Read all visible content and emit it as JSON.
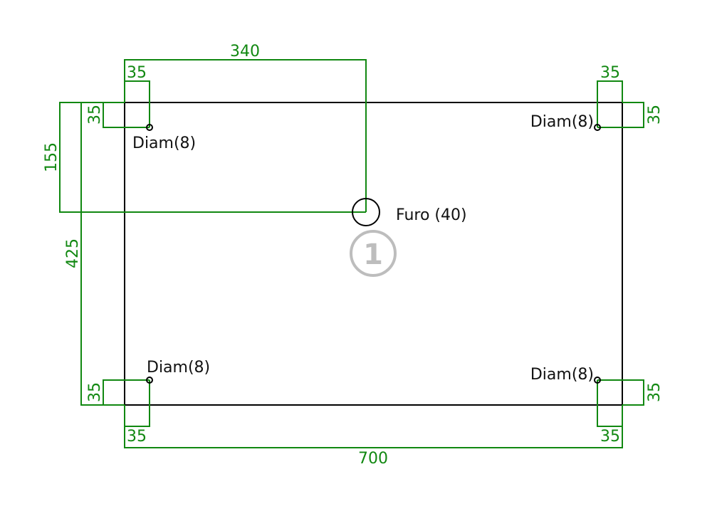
{
  "colors": {
    "dimension": "#118811",
    "outline": "#000000",
    "badge": "#bdbdbd"
  },
  "plate": {
    "width_mm": 700,
    "height_mm": 425
  },
  "dimensions": {
    "width": "700",
    "height": "425",
    "center_x": "340",
    "center_y": "155",
    "top_left_x": "35",
    "top_left_y": "35",
    "top_right_x": "35",
    "top_right_y": "35",
    "bottom_left_x": "35",
    "bottom_left_y": "35",
    "bottom_right_x": "35",
    "bottom_right_y": "35"
  },
  "holes": {
    "top_left": "Diam(8)",
    "top_right": "Diam(8)",
    "bottom_left": "Diam(8)",
    "bottom_right": "Diam(8)",
    "center": "Furo (40)"
  },
  "badge": "1"
}
